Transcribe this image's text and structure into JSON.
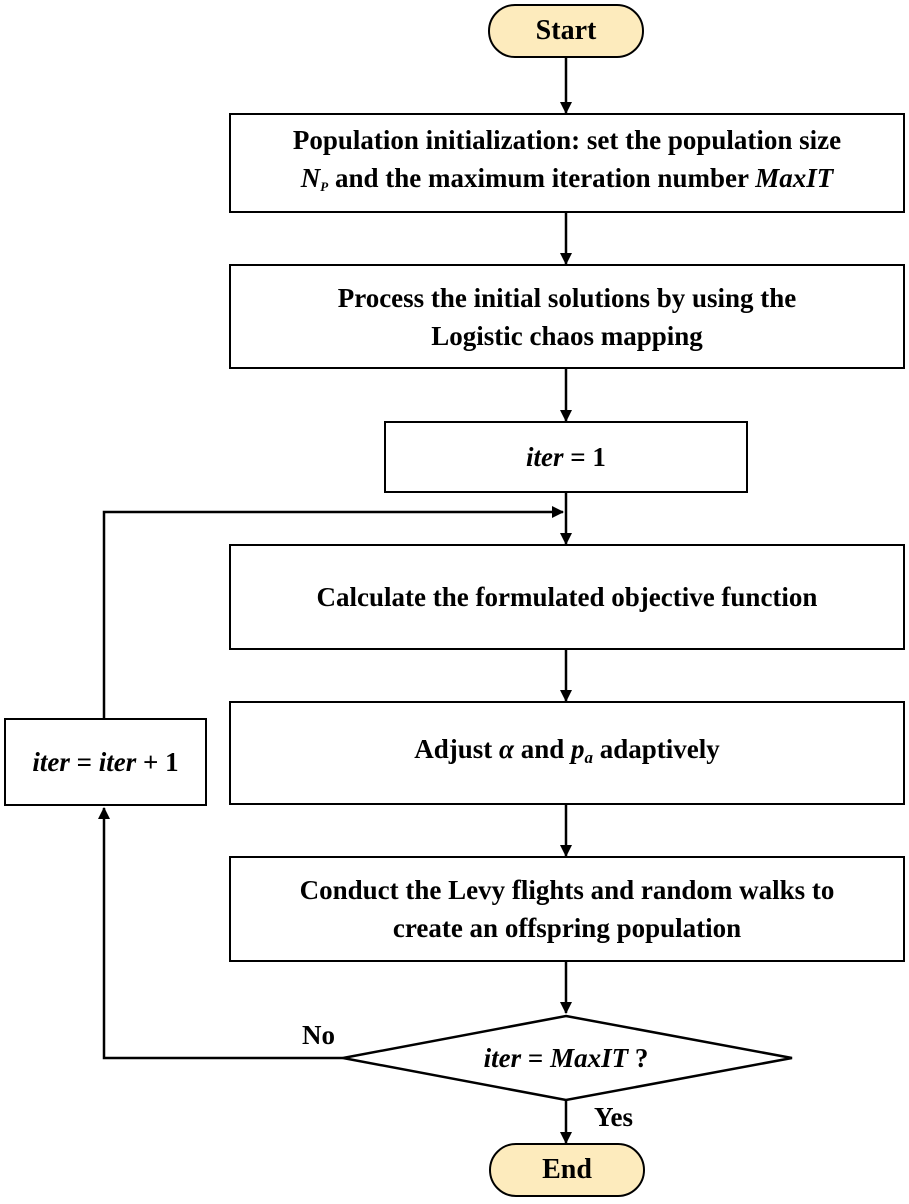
{
  "colors": {
    "terminal_fill": "#fdebbd",
    "line": "#000000",
    "box_fill": "#ffffff"
  },
  "nodes": {
    "start": "Start",
    "init_line1": "Population initialization: set the population size",
    "init_np_symbol": "N",
    "init_np_sub": "P",
    "init_line2_text": " and the maximum iteration number ",
    "init_maxit": "MaxIT",
    "chaos_line1": "Process the initial solutions by using the",
    "chaos_line2": "Logistic chaos mapping",
    "iter_var": "iter",
    "iter_init_rest": " = 1",
    "objective": "Calculate the formulated objective function",
    "adjust_pre": "Adjust ",
    "adjust_alpha": "α",
    "adjust_and": " and ",
    "adjust_p": "p",
    "adjust_p_sub": "a",
    "adjust_post": " adaptively",
    "levy_line1": "Conduct the Levy flights and random walks to",
    "levy_line2": "create an offspring population",
    "increment_var1": "iter",
    "increment_eq": " = ",
    "increment_var2": "iter",
    "increment_rest": " + 1",
    "decision_var": "iter",
    "decision_eq": " = ",
    "decision_maxit": "MaxIT",
    "decision_q": " ?",
    "end": "End"
  },
  "edges": {
    "no_label": "No",
    "yes_label": "Yes"
  }
}
